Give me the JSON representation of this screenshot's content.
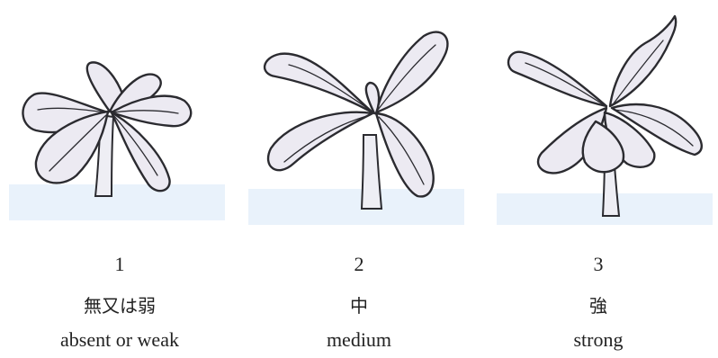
{
  "panels": [
    {
      "number": "1",
      "label_ja": "無又は弱",
      "label_en": "absent or weak"
    },
    {
      "number": "2",
      "label_ja": "中",
      "label_en": "medium"
    },
    {
      "number": "3",
      "label_ja": "強",
      "label_en": "strong"
    }
  ],
  "colors": {
    "leaf_fill": "#eceaf2",
    "outline": "#2b2b30",
    "ground": "#e9f2fb"
  },
  "icons": [
    "seedling-absent-or-weak-icon",
    "seedling-medium-icon",
    "seedling-strong-icon"
  ]
}
